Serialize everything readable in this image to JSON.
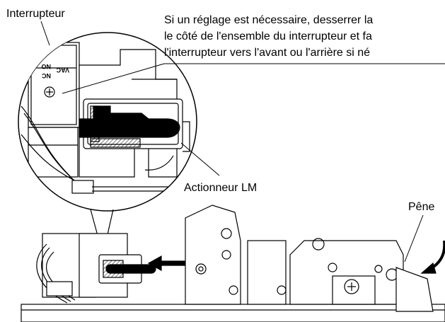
{
  "labels": {
    "switch": "Interrupteur",
    "actuator": "Actionneur LM",
    "bolt": "Pêne"
  },
  "note": {
    "line1": "Si un réglage est nécessaire, desserrer la",
    "line2": "le côté de l'ensemble du interrupteur et fa",
    "line3": "l'interrupteur vers l'avant ou l'arrière si né"
  },
  "switch_markings": {
    "no": "NO",
    "nc": "NC",
    "vac": "VAC"
  }
}
